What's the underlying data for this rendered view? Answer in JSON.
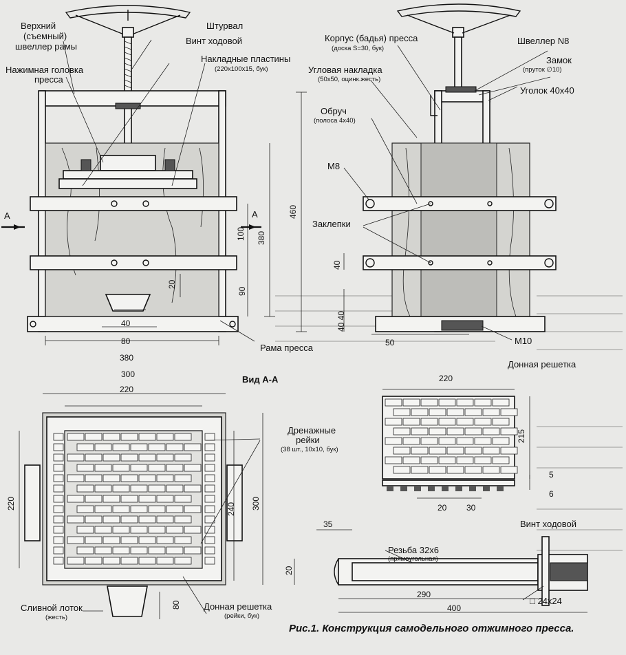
{
  "labels": {
    "verkhniy": "Верхний",
    "semnyy": "(съемный)",
    "shveller_ramy": "швеллер рамы",
    "shturval": "Штурвал",
    "vint_khodovoy": "Винт ходовой",
    "nakladnye_plastiny": "Накладные пластины",
    "nakladnye_plastiny_sub": "(220х100х15, бук)",
    "nazhimnaya_golovka": "Нажимная головка",
    "pressa": "пресса",
    "korpus": "Корпус (бадья) пресса",
    "korpus_sub": "(доска S=30, бук)",
    "shveller_n8": "Швеллер N8",
    "uglovaya_nakladka": "Угловая накладка",
    "uglovaya_nakladka_sub": "(50х50, оцинк.жесть)",
    "zamok": "Замок",
    "zamok_sub": "(пруток ∅10)",
    "ugolok": "Уголок 40х40",
    "obruch": "Обруч",
    "obruch_sub": "(полоса 4х40)",
    "m8": "М8",
    "zaklepki": "Заклепки",
    "m10": "М10",
    "rama_pressa": "Рама пресса",
    "section_a_left": "А",
    "section_a_right": "А",
    "vid_aa": "Вид А-А",
    "drenazhnye": "Дренажные",
    "reyki": "рейки",
    "reyki_sub": "(38 шт., 10х10, бук)",
    "donnaya_reshetka_title": "Донная решетка",
    "rezba": "Резьба 32х6",
    "rezba_sub": "(прямоугольная)",
    "vint_khodovoy_title": "Винт ходовой",
    "slivnoy_lotok": "Сливной лоток",
    "slivnoy_lotok_sub": "(жесть)",
    "donnaya_reshetka": "Донная решетка",
    "donnaya_reshetka_sub": "(рейки, бук)",
    "square": "□ 24х24",
    "caption": "Рис.1. Конструкция самодельного отжимного пресса."
  },
  "dimensions": {
    "d460": "460",
    "d380v": "380",
    "d100": "100",
    "d90": "90",
    "d20a": "20",
    "d40a": "40",
    "d80a": "80",
    "d380h": "380",
    "d40b": "40",
    "d4040": "40 40",
    "d50": "50",
    "d300a": "300",
    "d220a": "220",
    "d220v": "220",
    "d240": "240",
    "d300v": "300",
    "d80b": "80",
    "d220b": "220",
    "d215": "215",
    "d5": "5",
    "d6": "6",
    "d20b": "20",
    "d30": "30",
    "d35": "35",
    "d20c": "20",
    "d290": "290",
    "d400": "400"
  }
}
